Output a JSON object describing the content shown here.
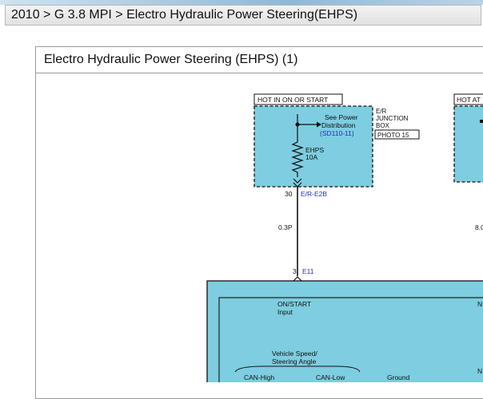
{
  "breadcrumb": "2010 > G 3.8 MPI > Electro Hydraulic Power Steering(EHPS)",
  "panel_title": "Electro Hydraulic Power Steering (EHPS) (1)",
  "diagram": {
    "hot_label_1": "HOT IN ON OR START",
    "hot_label_2": "HOT AT",
    "see_power": "See Power",
    "distribution": "Distribution",
    "sd_ref": "(SD110-11)",
    "er_box_line1": "E/R",
    "er_box_line2": "JUNCTION",
    "er_box_line3": "BOX",
    "photo_label": "PHOTO 15",
    "fuse_name": "EHPS",
    "fuse_rating": "10A",
    "pin_30": "30",
    "conn_er_e2b": "E/R-E2B",
    "wire_size": "0.3P",
    "wire_size_right": "8.0",
    "pin_3": "3",
    "conn_e11": "E11",
    "input_line1": "ON/START",
    "input_line2": "Input",
    "vs_line1": "Vehicle Speed/",
    "vs_line2": "Steering Angle",
    "can_high": "CAN-High",
    "can_low": "CAN-Low",
    "ground": "Ground",
    "right_n1": "N",
    "right_n2": "N"
  },
  "colors": {
    "component_fill": "#7ecde0",
    "wire": "#111111",
    "link_blue": "#1a32c4"
  }
}
